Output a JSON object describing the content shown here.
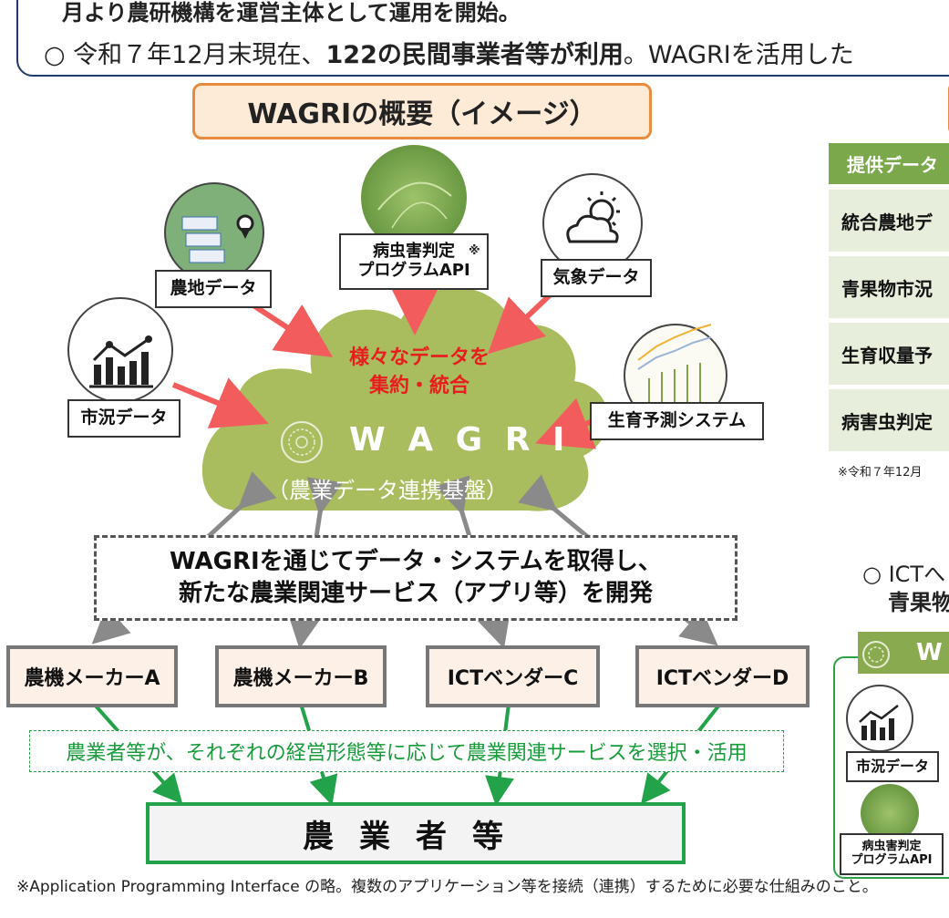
{
  "banner": {
    "line1": "月より農研機構を運営主体として運用を開始。",
    "line2_pre": "○ 令和７年12月末現在、",
    "line2_bold": "122の民間事業者等が利用",
    "line2_post": "。WAGRIを活用した"
  },
  "title": "WAGRIの概要（イメージ）",
  "sources": {
    "farmland": "農地データ",
    "pest_line1": "病虫害判定",
    "pest_line2": "プログラムAPI",
    "pest_mark": "※",
    "weather": "気象データ",
    "market": "市況データ",
    "growth": "生育予測システム"
  },
  "cloud": {
    "red_line1": "様々なデータを",
    "red_line2": "集約・統合",
    "logo_text": "W A G R I",
    "subtitle": "（農業データ連携基盤）"
  },
  "dashed": {
    "line1": "WAGRIを通じてデータ・システムを取得し、",
    "line2": "新たな農業関連サービス（アプリ等）を開発"
  },
  "vendors": [
    "農機メーカーA",
    "農機メーカーB",
    "ICTベンダーC",
    "ICTベンダーD"
  ],
  "green_note": "農業者等が、それぞれの経営形態等に応じて農業関連サービスを選択・活用",
  "farmers": "農業者等",
  "footnote": "※Application Programming Interface の略。複数のアプリケーション等を接続（連携）するために必要な仕組みのこと。",
  "right_table": {
    "header": "提供データ",
    "rows": [
      "統合農地デ",
      "青果物市況",
      "生育収量予",
      "病害虫判定"
    ],
    "note": "※令和７年12月"
  },
  "right_bottom": {
    "text1": "○ ICTへ",
    "text2": "青果物",
    "wagri": "W",
    "market": "市況データ",
    "pest_line1": "病虫害判定",
    "pest_line2": "プログラムAPI"
  },
  "colors": {
    "arrow_red": "#f25c5c",
    "arrow_gray": "#8a8a8a",
    "arrow_green": "#22a34a",
    "cloud": "#a9bd5e",
    "title_border": "#e88b3c"
  }
}
